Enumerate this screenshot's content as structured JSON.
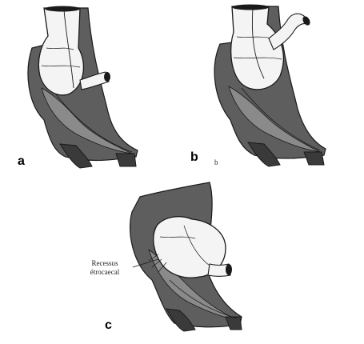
{
  "figure": {
    "panels": [
      {
        "id": "a",
        "label": "a"
      },
      {
        "id": "b",
        "label": "b",
        "sublabel": "b"
      },
      {
        "id": "c",
        "label": "c"
      }
    ],
    "annotation": {
      "line1": "Recessus",
      "line2": "étrocaecal"
    },
    "colors": {
      "ink": "#1a1a1a",
      "shade": "#5e5e5e",
      "dark": "#3a3a3a",
      "organ": "#f4f4f4"
    }
  }
}
